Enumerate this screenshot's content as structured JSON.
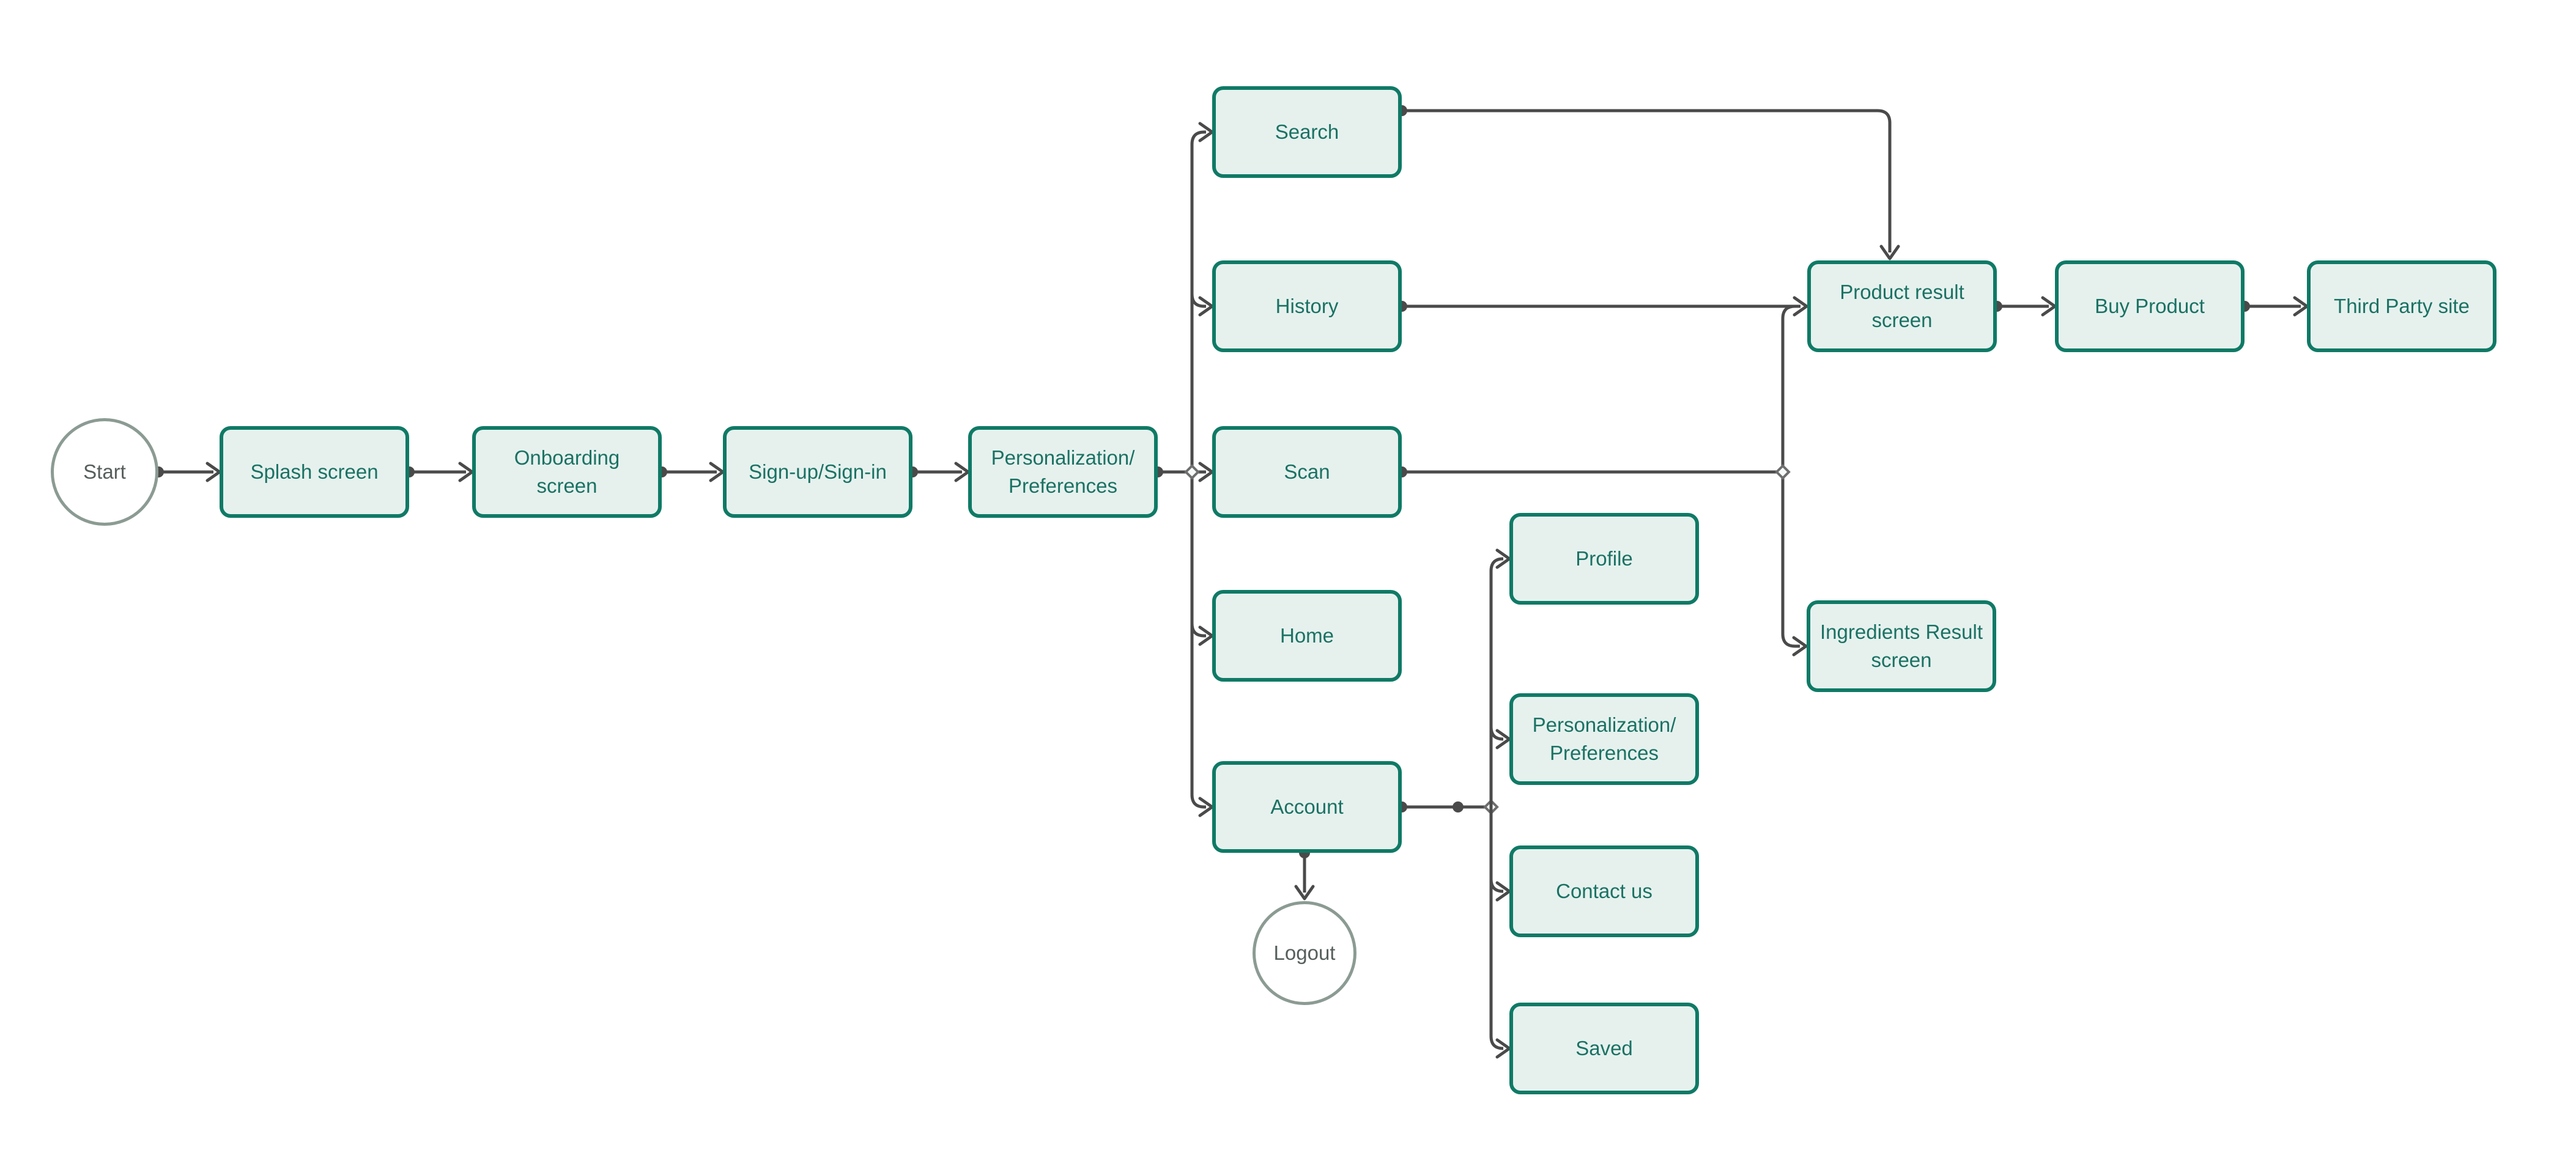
{
  "diagram": {
    "colors": {
      "node_fill": "#e6f1ee",
      "node_border": "#0f7a66",
      "node_text": "#1a7263",
      "terminal_border": "#8b9b93",
      "terminal_text": "#565f5b",
      "connector": "#4a4a4a",
      "background": "#ffffff"
    },
    "nodes": {
      "start": {
        "label": "Start",
        "type": "terminal"
      },
      "splash": {
        "label": "Splash screen",
        "type": "screen"
      },
      "onboarding": {
        "label": "Onboarding screen",
        "type": "screen"
      },
      "signup": {
        "label": "Sign-up/Sign-in",
        "type": "screen"
      },
      "personalization": {
        "label": "Personalization/\nPreferences",
        "type": "screen"
      },
      "search": {
        "label": "Search",
        "type": "screen"
      },
      "history": {
        "label": "History",
        "type": "screen"
      },
      "scan": {
        "label": "Scan",
        "type": "screen"
      },
      "home": {
        "label": "Home",
        "type": "screen"
      },
      "account": {
        "label": "Account",
        "type": "screen"
      },
      "logout": {
        "label": "Logout",
        "type": "terminal"
      },
      "profile": {
        "label": "Profile",
        "type": "screen"
      },
      "personalization2": {
        "label": "Personalization/\nPreferences",
        "type": "screen"
      },
      "contactus": {
        "label": "Contact us",
        "type": "screen"
      },
      "saved": {
        "label": "Saved",
        "type": "screen"
      },
      "product": {
        "label": "Product result screen",
        "type": "screen"
      },
      "ingredients": {
        "label": "Ingredients Result\nscreen",
        "type": "screen"
      },
      "buy": {
        "label": "Buy Product",
        "type": "screen"
      },
      "third": {
        "label": "Third Party site",
        "type": "screen"
      }
    },
    "edges": [
      {
        "from": "start",
        "to": "splash"
      },
      {
        "from": "splash",
        "to": "onboarding"
      },
      {
        "from": "onboarding",
        "to": "signup"
      },
      {
        "from": "signup",
        "to": "personalization"
      },
      {
        "from": "personalization",
        "to": "search"
      },
      {
        "from": "personalization",
        "to": "history"
      },
      {
        "from": "personalization",
        "to": "scan"
      },
      {
        "from": "personalization",
        "to": "home"
      },
      {
        "from": "personalization",
        "to": "account"
      },
      {
        "from": "search",
        "to": "product"
      },
      {
        "from": "history",
        "to": "product"
      },
      {
        "from": "scan",
        "to": "product"
      },
      {
        "from": "scan",
        "to": "ingredients"
      },
      {
        "from": "product",
        "to": "buy"
      },
      {
        "from": "buy",
        "to": "third"
      },
      {
        "from": "account",
        "to": "profile"
      },
      {
        "from": "account",
        "to": "personalization2"
      },
      {
        "from": "account",
        "to": "contactus"
      },
      {
        "from": "account",
        "to": "saved"
      },
      {
        "from": "account",
        "to": "logout"
      }
    ]
  }
}
